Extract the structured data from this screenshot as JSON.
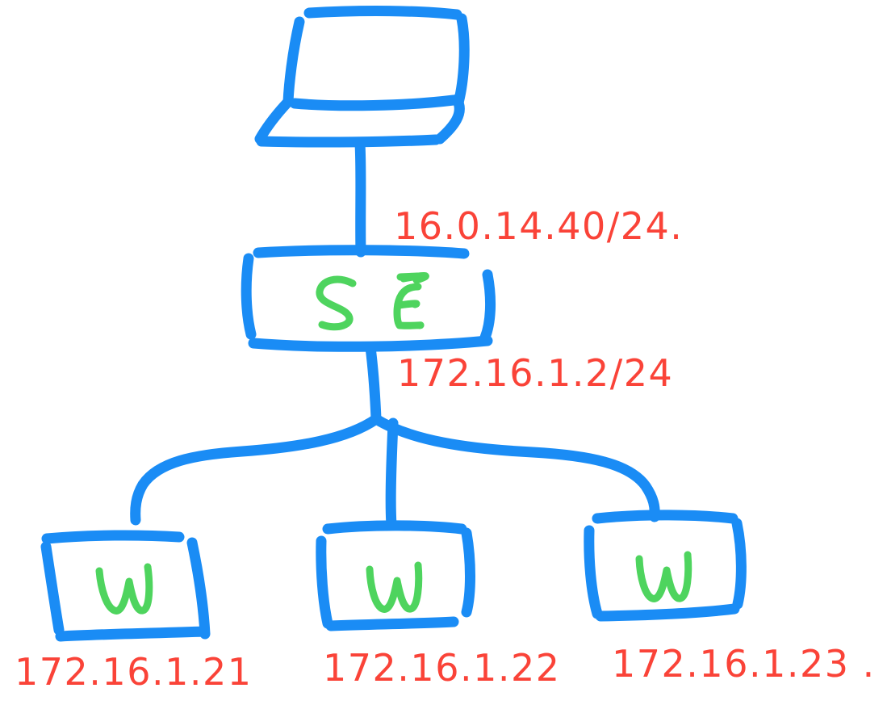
{
  "diagram": {
    "title": "Hand-drawn network topology sketch",
    "background_color": "#ffffff",
    "ink_colors": {
      "link": "#1a8cf5",
      "node_label": "#4ed45e",
      "address_label": "#fa4338"
    },
    "nodes": [
      {
        "id": "laptop",
        "shape": "laptop-icon",
        "label": "",
        "address": "16.0.14.40/24."
      },
      {
        "id": "switch",
        "shape": "rectangle",
        "label": "SE",
        "address": "172.16.1.2/24"
      },
      {
        "id": "workstation-left",
        "shape": "rectangle",
        "label": "W",
        "address": "172.16.1.21"
      },
      {
        "id": "workstation-center",
        "shape": "rectangle",
        "label": "W",
        "address": "172.16.1.22"
      },
      {
        "id": "workstation-right",
        "shape": "rectangle",
        "label": "W",
        "address": "172.16.1.23 ."
      }
    ],
    "links": [
      {
        "from": "laptop",
        "to": "switch"
      },
      {
        "from": "switch",
        "to": "workstation-left"
      },
      {
        "from": "switch",
        "to": "workstation-center"
      },
      {
        "from": "switch",
        "to": "workstation-right"
      }
    ]
  }
}
